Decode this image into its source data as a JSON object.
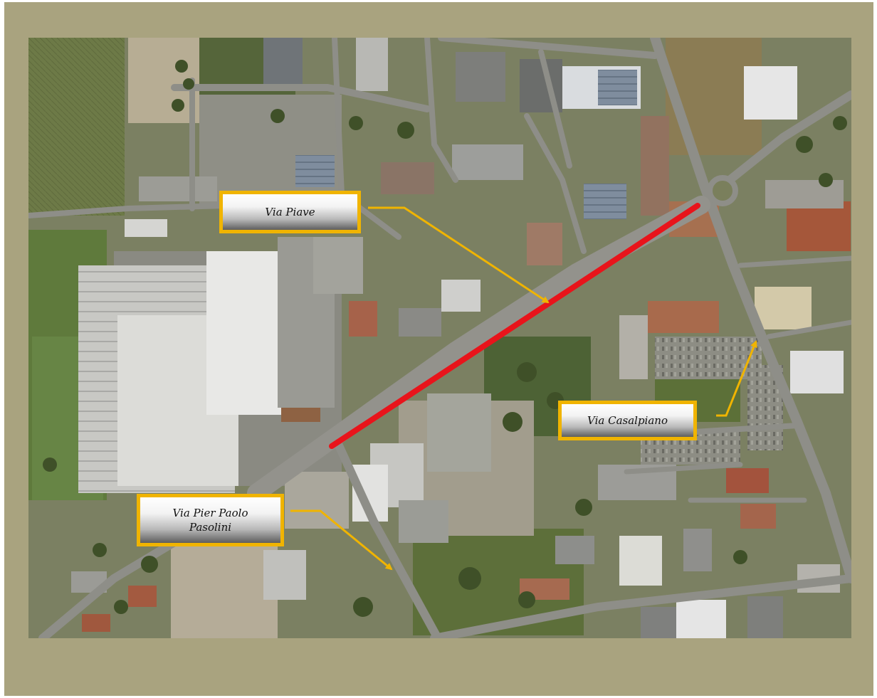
{
  "labels": {
    "piave": "Via Piave",
    "casalpiano": "Via Casalpiano",
    "pasolini_line1": "Via Pier Paolo",
    "pasolini_line2": "Pasolini"
  },
  "colors": {
    "frame": "#a9a37f",
    "highlight_road": "#e8141b",
    "arrow": "#f0b400",
    "label_border": "#f0b400"
  }
}
